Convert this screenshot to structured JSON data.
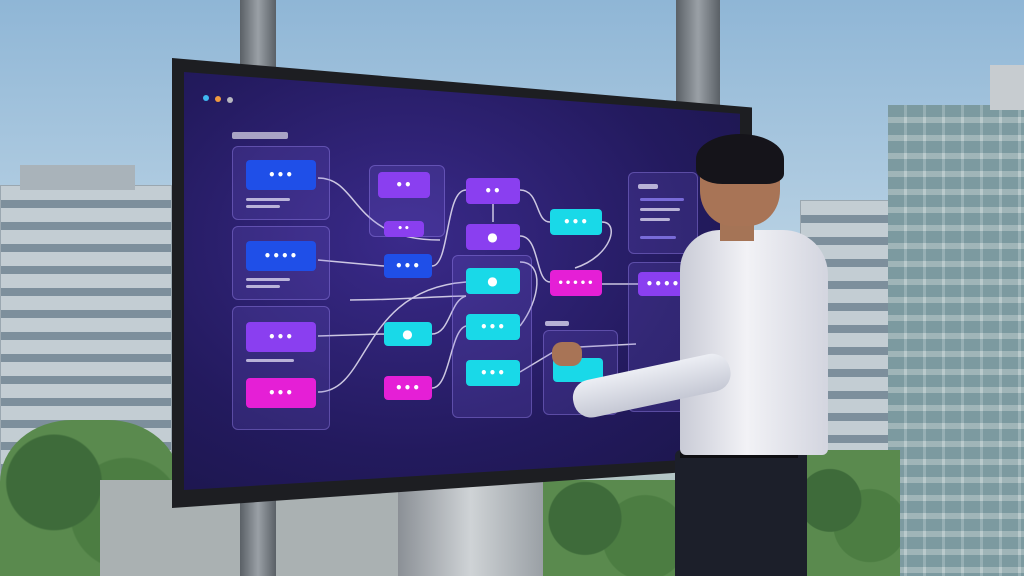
{
  "colors": {
    "blue": "#1f4fe8",
    "purple": "#8a3ff0",
    "cyan": "#19d9e8",
    "magenta": "#e51fd6",
    "window_dot_1": "#3fb7f0",
    "window_dot_2": "#f09a3f",
    "window_dot_3": "#b7b7c0"
  },
  "nodes": [
    {
      "id": "n1",
      "color": "blue",
      "label": "•••"
    },
    {
      "id": "n2",
      "color": "blue",
      "label": "••••"
    },
    {
      "id": "n3",
      "color": "purple",
      "label": "•••"
    },
    {
      "id": "n4",
      "color": "magenta",
      "label": "•••"
    },
    {
      "id": "n5",
      "color": "purple",
      "label": "••"
    },
    {
      "id": "n6",
      "color": "purple",
      "label": "••"
    },
    {
      "id": "n7",
      "color": "blue",
      "label": "•••"
    },
    {
      "id": "n8",
      "color": "cyan",
      "label": "●"
    },
    {
      "id": "n9",
      "color": "magenta",
      "label": "•••"
    },
    {
      "id": "n10",
      "color": "purple",
      "label": "••"
    },
    {
      "id": "n11",
      "color": "purple",
      "label": "●"
    },
    {
      "id": "n12",
      "color": "cyan",
      "label": "●"
    },
    {
      "id": "n13",
      "color": "cyan",
      "label": "•••"
    },
    {
      "id": "n14",
      "color": "cyan",
      "label": "•••"
    },
    {
      "id": "n15",
      "color": "cyan",
      "label": "•••"
    },
    {
      "id": "n16",
      "color": "magenta",
      "label": "•••••"
    },
    {
      "id": "n17",
      "color": "purple",
      "label": "••••"
    },
    {
      "id": "n18",
      "color": "cyan",
      "label": ""
    }
  ]
}
